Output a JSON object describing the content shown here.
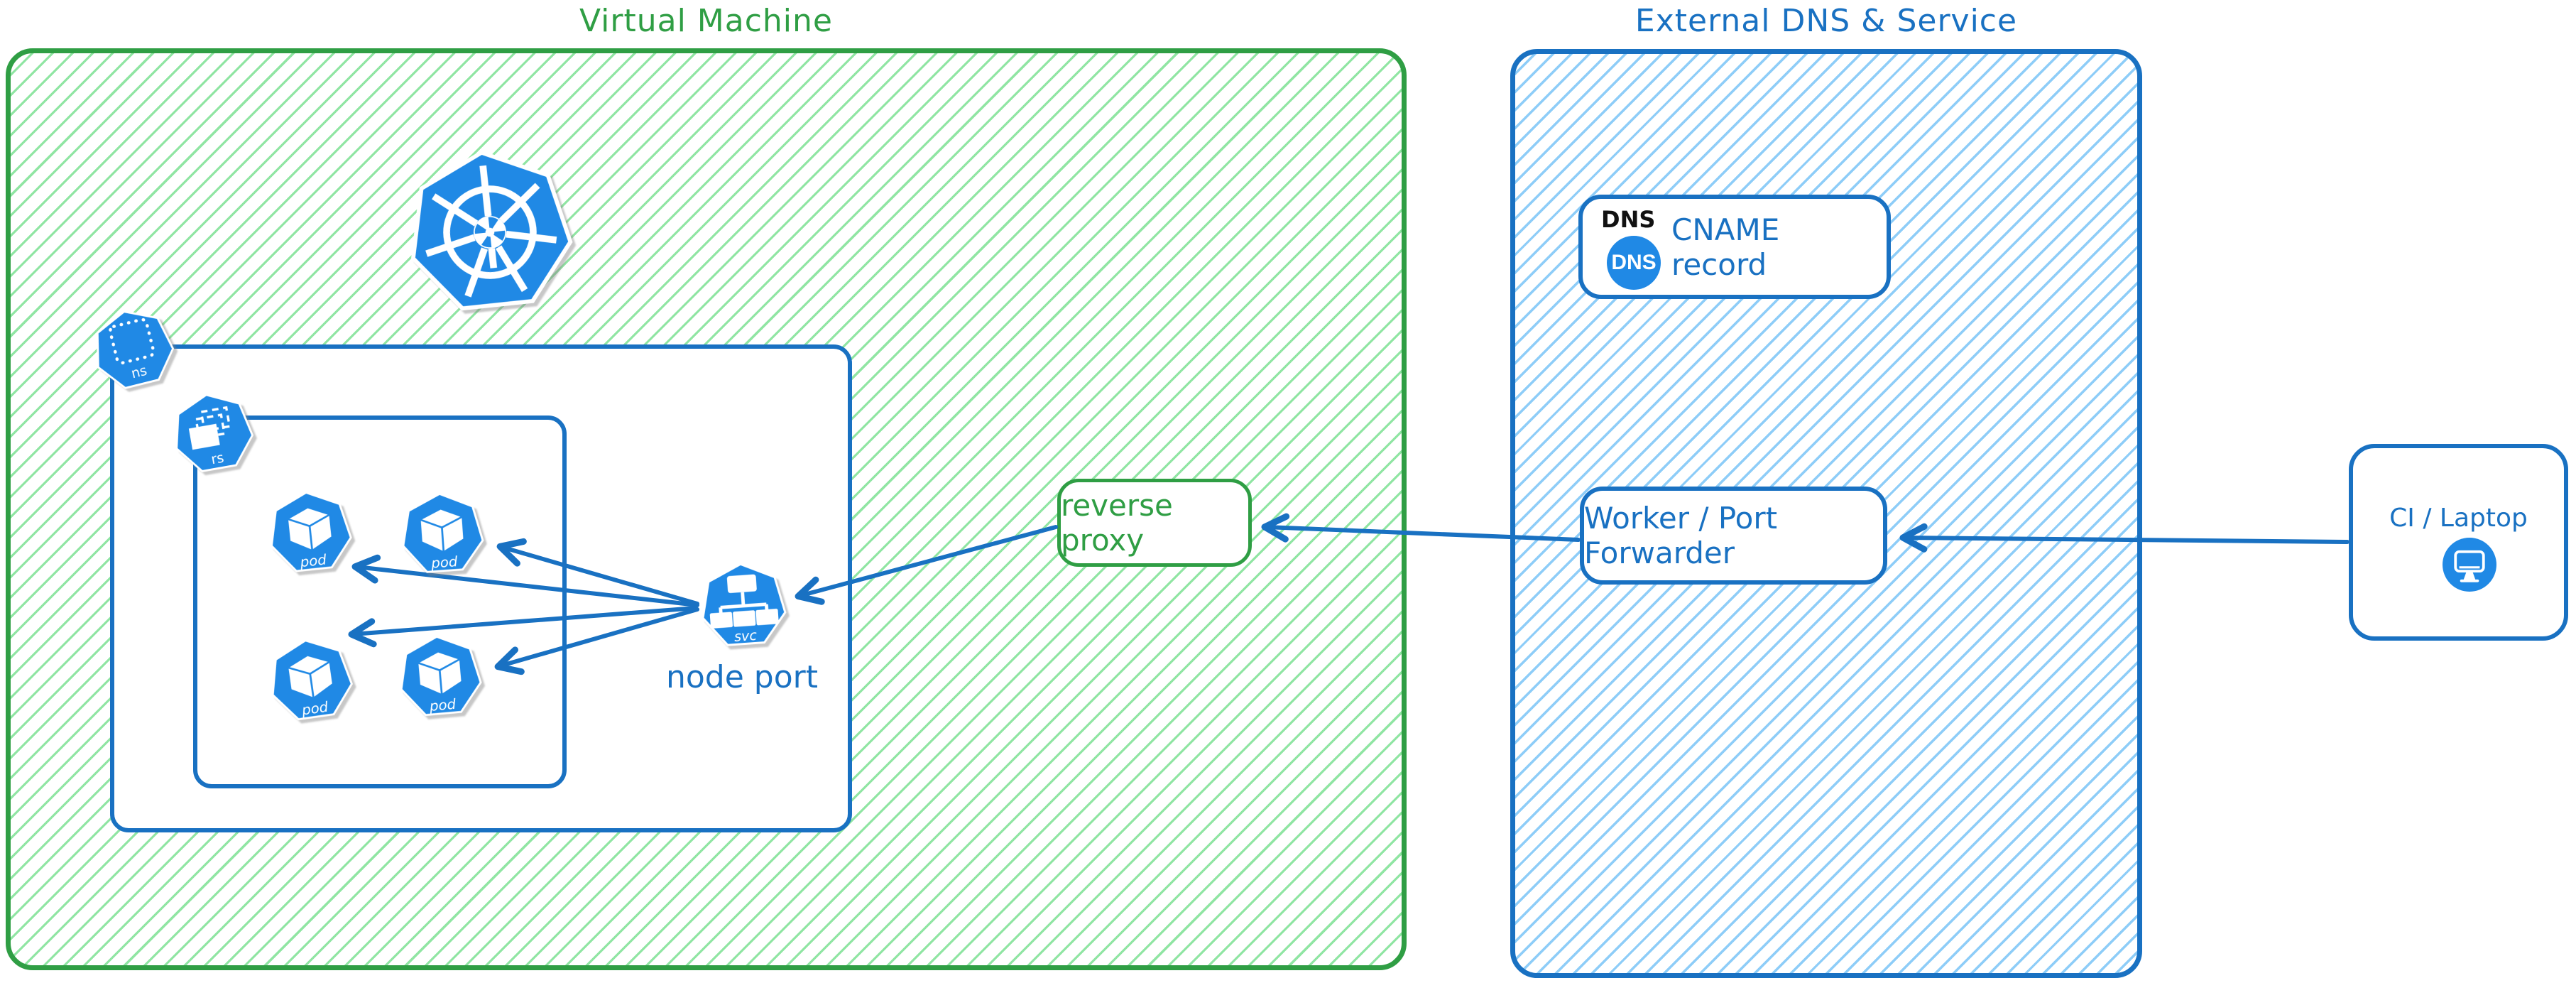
{
  "vm": {
    "title": "Virtual Machine",
    "reverse_proxy_label": "reverse proxy",
    "node_port_label": "node port",
    "k8s": {
      "ns_label": "ns",
      "rs_label": "rs",
      "svc_label": "svc",
      "pods": [
        "pod",
        "pod",
        "pod",
        "pod"
      ]
    }
  },
  "external": {
    "title": "External DNS & Service",
    "dns_card": {
      "header": "DNS",
      "icon_text": "DNS",
      "record_label": "CNAME record"
    },
    "worker_label": "Worker / Port Forwarder"
  },
  "ci": {
    "label": "CI / Laptop"
  },
  "colors": {
    "green_accent": "#2f9e44",
    "green_hatch": "#90e5a3",
    "blue_accent": "#1971c2",
    "blue_hatch": "#8ecdf8",
    "icon_blue": "#2089e5",
    "dns_header_text": "#111111"
  },
  "connections": [
    {
      "from": "ci-laptop",
      "to": "worker-port-forwarder"
    },
    {
      "from": "worker-port-forwarder",
      "to": "reverse-proxy"
    },
    {
      "from": "reverse-proxy",
      "to": "node-port-service"
    },
    {
      "from": "node-port-service",
      "to": "pod-1"
    },
    {
      "from": "node-port-service",
      "to": "pod-2"
    },
    {
      "from": "node-port-service",
      "to": "pod-3"
    },
    {
      "from": "node-port-service",
      "to": "pod-4"
    }
  ]
}
